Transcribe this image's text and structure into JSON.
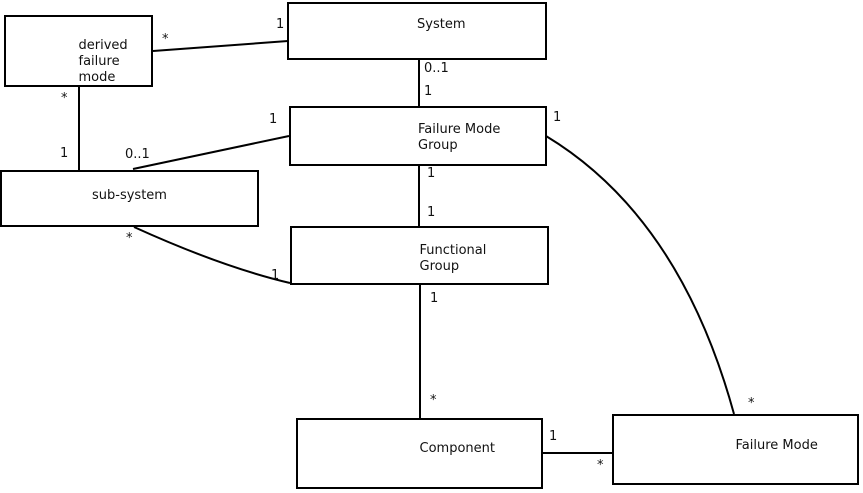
{
  "colors": {
    "background": "#ffffff",
    "box_fill": "#ffffff",
    "box_border": "#000000",
    "line": "#000000",
    "text": "#111111"
  },
  "nodes": {
    "derived_failure_mode": {
      "lines": [
        "derived",
        "failure",
        "mode"
      ]
    },
    "system": {
      "lines": [
        "System"
      ]
    },
    "failure_mode_group": {
      "lines": [
        "Failure Mode",
        "Group"
      ]
    },
    "sub_system": {
      "lines": [
        "sub-system"
      ]
    },
    "functional_group": {
      "lines": [
        "Functional",
        "Group"
      ]
    },
    "component": {
      "lines": [
        "Component"
      ]
    },
    "failure_mode": {
      "lines": [
        "Failure Mode"
      ]
    }
  },
  "edges": {
    "derived_to_system": {
      "label_near_system": "1",
      "label_near_derived": "*"
    },
    "derived_to_subsystem": {
      "label_near_derived": "*",
      "label_near_subsystem": "1"
    },
    "system_to_fmg": {
      "label_near_system": "0..1",
      "label_near_fmg": "1"
    },
    "fmg_to_subsystem": {
      "label_near_fmg": "1",
      "label_near_subsystem": "0..1"
    },
    "fmg_to_fg": {
      "label_near_fmg": "1",
      "label_near_fg": "1"
    },
    "subsystem_to_fg": {
      "label_near_subsystem": "*",
      "label_near_fg": "1"
    },
    "fg_to_component": {
      "label_near_fg": "1",
      "label_near_component": "*"
    },
    "component_to_fm": {
      "label_near_component": "1",
      "label_near_fm": "*"
    },
    "fmg_to_fm": {
      "label_near_fmg": "1",
      "label_near_fm": "*"
    }
  }
}
